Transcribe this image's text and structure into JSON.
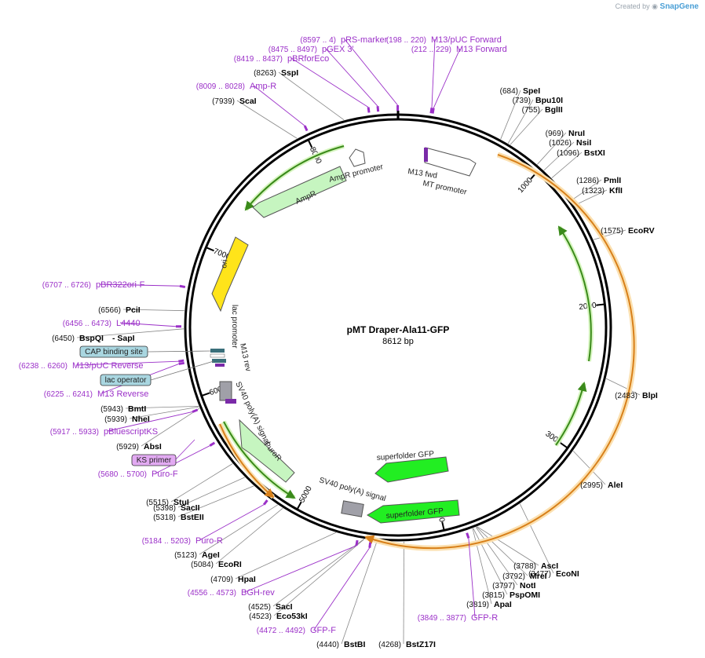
{
  "branding": {
    "created_by": "Created by",
    "brand": "SnapGene"
  },
  "plasmid": {
    "name": "pMT Draper-Ala11-GFP",
    "size": "8612 bp",
    "length": 8612
  },
  "ticks": [
    {
      "label": "1000",
      "pos": 1000
    },
    {
      "label": "2000",
      "pos": 2000
    },
    {
      "label": "3000",
      "pos": 3000
    },
    {
      "label": "4000",
      "pos": 4000
    },
    {
      "label": "5000",
      "pos": 5000
    },
    {
      "label": "6000",
      "pos": 6000
    },
    {
      "label": "7000",
      "pos": 7000
    },
    {
      "label": "8000",
      "pos": 8000
    }
  ],
  "sites": [
    {
      "name": "SpeI",
      "range": "(684)"
    },
    {
      "name": "Bpu10I",
      "range": "(739)"
    },
    {
      "name": "BglII",
      "range": "(755)"
    },
    {
      "name": "NruI",
      "range": "(969)"
    },
    {
      "name": "NsiI",
      "range": "(1026)"
    },
    {
      "name": "BstXI",
      "range": "(1096)"
    },
    {
      "name": "PmlI",
      "range": "(1286)"
    },
    {
      "name": "KflI",
      "range": "(1323)"
    },
    {
      "name": "EcoRV",
      "range": "(1575)"
    },
    {
      "name": "BlpI",
      "range": "(2483)"
    },
    {
      "name": "AleI",
      "range": "(2995)"
    },
    {
      "name": "EcoNI",
      "range": "(3477)"
    },
    {
      "name": "AscI",
      "range": "(3788)"
    },
    {
      "name": "MreI",
      "range": "(3792)"
    },
    {
      "name": "NotI",
      "range": "(3797)"
    },
    {
      "name": "PspOMI",
      "range": "(3815)"
    },
    {
      "name": "ApaI",
      "range": "(3819)"
    },
    {
      "name": "BstZ17I",
      "range": "(4268)"
    },
    {
      "name": "BstBI",
      "range": "(4440)"
    },
    {
      "name": "Eco53kI",
      "range": "(4523)"
    },
    {
      "name": "SacI",
      "range": "(4525)"
    },
    {
      "name": "HpaI",
      "range": "(4709)"
    },
    {
      "name": "EcoRI",
      "range": "(5084)"
    },
    {
      "name": "AgeI",
      "range": "(5123)"
    },
    {
      "name": "BstEII",
      "range": "(5318)"
    },
    {
      "name": "SacII",
      "range": "(5398)"
    },
    {
      "name": "StuI",
      "range": "(5515)"
    },
    {
      "name": "AbsI",
      "range": "(5929)"
    },
    {
      "name": "NheI",
      "range": "(5939)"
    },
    {
      "name": "BmtI",
      "range": "(5943)"
    },
    {
      "name": "BspQI",
      "range": "(6450)",
      "extra": "- SapI"
    },
    {
      "name": "PciI",
      "range": "(6566)"
    },
    {
      "name": "ScaI",
      "range": "(7939)"
    },
    {
      "name": "SspI",
      "range": "(8263)"
    }
  ],
  "primers": [
    {
      "name": "pRS-marker",
      "range": "(8597 .. 4)"
    },
    {
      "name": "pGEX 3'",
      "range": "(8475 .. 8497)"
    },
    {
      "name": "pBRforEco",
      "range": "(8419 .. 8437)"
    },
    {
      "name": "Amp-R",
      "range": "(8009 .. 8028)"
    },
    {
      "name": "M13/pUC Forward",
      "range": "(198 .. 220)"
    },
    {
      "name": "M13 Forward",
      "range": "(212 .. 229)"
    },
    {
      "name": "pBR322ori-F",
      "range": "(6707 .. 6726)"
    },
    {
      "name": "L4440",
      "range": "(6456 .. 6473)"
    },
    {
      "name": "M13/pUC Reverse",
      "range": "(6238 .. 6260)"
    },
    {
      "name": "M13 Reverse",
      "range": "(6225 .. 6241)"
    },
    {
      "name": "pBluescriptKS",
      "range": "(5917 .. 5933)"
    },
    {
      "name": "Puro-F",
      "range": "(5680 .. 5700)"
    },
    {
      "name": "Puro-R",
      "range": "(5184 .. 5203)"
    },
    {
      "name": "BGH-rev",
      "range": "(4556 .. 4573)"
    },
    {
      "name": "GFP-F",
      "range": "(4472 .. 4492)"
    },
    {
      "name": "GFP-R",
      "range": "(3849 .. 3877)"
    }
  ],
  "boxed_features": [
    {
      "name": "CAP binding site",
      "fill": "#a9d6e0"
    },
    {
      "name": "lac operator",
      "fill": "#a9d6e0"
    },
    {
      "name": "KS primer",
      "fill": "#e2aaf2"
    }
  ],
  "features": [
    {
      "name": "AmpR promoter"
    },
    {
      "name": "AmpR"
    },
    {
      "name": "ori"
    },
    {
      "name": "M13 fwd"
    },
    {
      "name": "MT promoter"
    },
    {
      "name": "lac promoter"
    },
    {
      "name": "M13 rev"
    },
    {
      "name": "SV40 poly(A) signal"
    },
    {
      "name": "PuroR"
    },
    {
      "name": "superfolder GFP"
    },
    {
      "name": "SV40 poly(A) signal"
    },
    {
      "name": "superfolder GFP"
    }
  ],
  "colors": {
    "backbone": "#000000",
    "enzyme_line": "#777777",
    "primer": "#9b30c8",
    "orf_orange": "#d8801a",
    "orf_green": "#3a8a1a",
    "ampr_fill": "#c6f5c0",
    "ori_fill": "#ffe41a",
    "gfp_fill": "#22ee22",
    "promoter_fill": "#ffffff",
    "polya_fill": "#a0a0a8"
  }
}
